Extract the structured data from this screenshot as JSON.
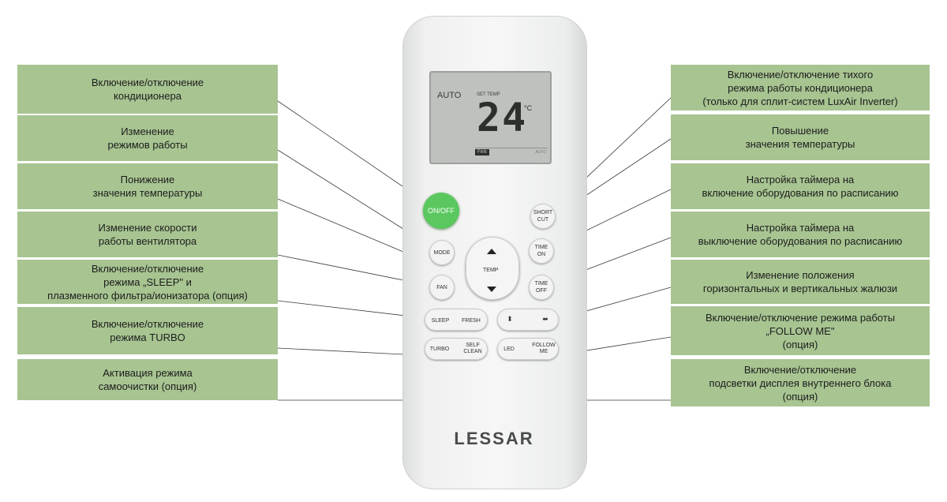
{
  "brand": "LESSAR",
  "display": {
    "mode": "AUTO",
    "set_temp_label": "SET TEMP",
    "temperature": "24",
    "unit": "°C",
    "fan_label": "FAN",
    "fan_level": "AUTO"
  },
  "buttons": {
    "on_off": "ON/OFF",
    "short_cut": "SHORT\nCUT",
    "mode": "MODE",
    "temp": "TEMP",
    "time_on": "TIME\nON",
    "time_off": "TIME\nOFF",
    "fan": "FAN",
    "sleep": "SLEEP",
    "fresh": "FRESH",
    "turbo": "TURBO",
    "self_clean": "SELF\nCLEAN",
    "led": "LED",
    "follow_me": "FOLLOW\nME"
  },
  "left_labels": [
    "Включение/отключение\nкондиционера",
    "Изменение\nрежимов работы",
    "Понижение\nзначения температуры",
    "Изменение скорости\nработы вентилятора",
    "Включение/отключение\nрежима „SLEEP\" и\nплазменного фильтра/ионизатора (опция)",
    "Включение/отключение\nрежима TURBO",
    "Активация режима\nсамоочистки (опция)"
  ],
  "right_labels": [
    "Включение/отключение тихого\nрежима работы кондиционера\n(только для сплит-систем LuxAir Inverter)",
    "Повышение\nзначения температуры",
    "Настройка таймера на\nвключение оборудования по расписанию",
    "Настройка таймера на\nвыключение оборудования по расписанию",
    "Изменение положения\nгоризонтальных и вертикальных жалюзи",
    "Включение/отключение режима работы\n„FOLLOW ME\"\n(опция)",
    "Включение/отключение\nподсветки дисплея внутреннего блока\n(опция)"
  ],
  "colors": {
    "label_bg": "#a7c491",
    "on_off": "#5ac85f"
  }
}
